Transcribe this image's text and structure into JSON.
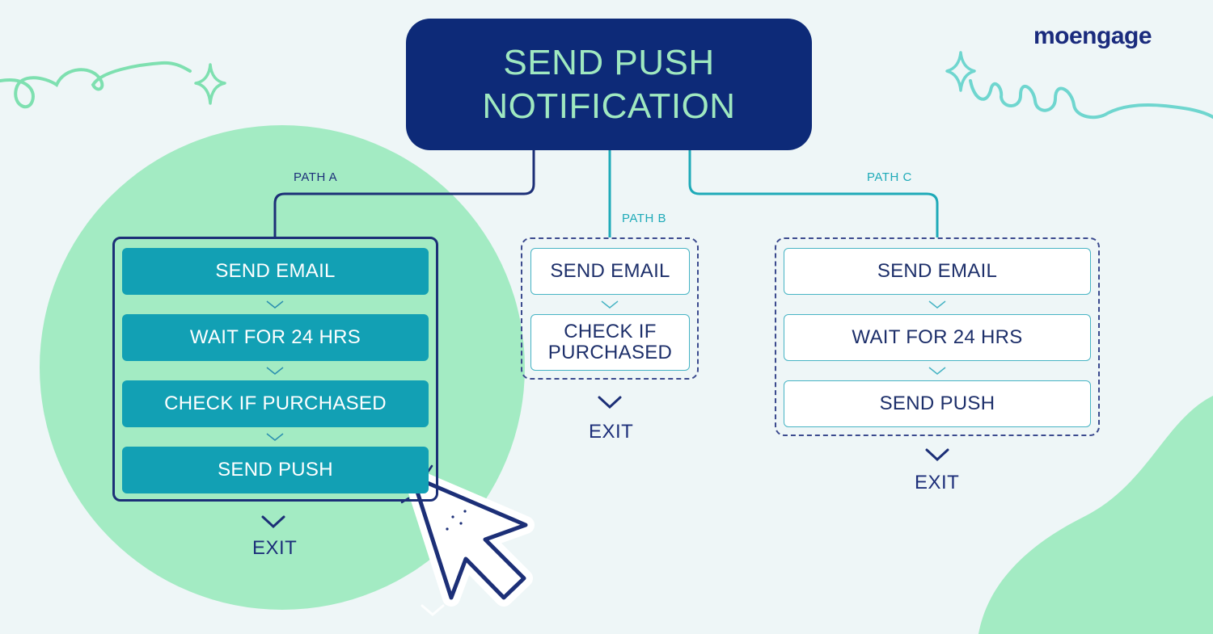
{
  "brand": {
    "logo_text": "moengage"
  },
  "root": {
    "line1": "SEND PUSH",
    "line2": "NOTIFICATION"
  },
  "paths": [
    {
      "label": "PATH A",
      "steps": [
        "SEND EMAIL",
        "WAIT FOR 24 HRS",
        "CHECK IF PURCHASED",
        "SEND PUSH"
      ],
      "exit": "EXIT"
    },
    {
      "label": "PATH B",
      "steps": [
        "SEND EMAIL",
        "CHECK IF PURCHASED"
      ],
      "exit": "EXIT"
    },
    {
      "label": "PATH C",
      "steps": [
        "SEND EMAIL",
        "WAIT FOR 24 HRS",
        "SEND PUSH"
      ],
      "exit": "EXIT"
    }
  ],
  "colors": {
    "navy": "#0d2a78",
    "mint": "#9fe8c0",
    "teal": "#12a0b4",
    "blob_green": "#a3ebc3",
    "background": "#eef6f7"
  }
}
